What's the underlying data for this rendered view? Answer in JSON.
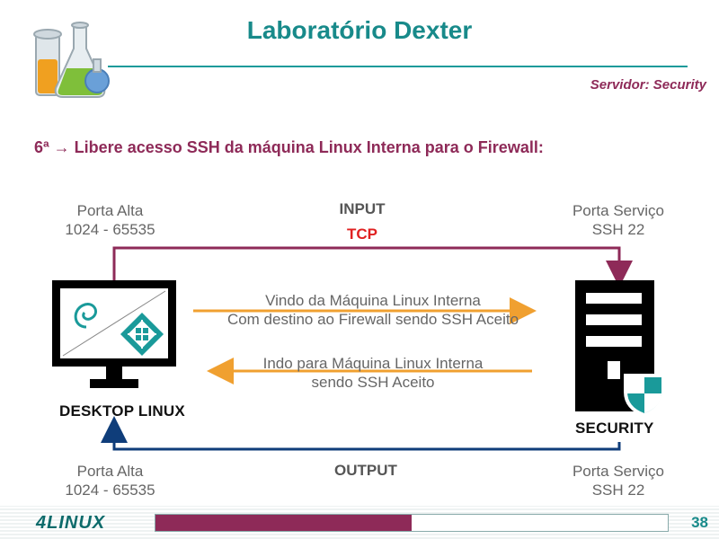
{
  "header": {
    "title": "Laboratório Dexter",
    "subtitle": "Servidor: Security"
  },
  "heading": "6ª → Libere acesso SSH da máquina Linux Interna para o Firewall:",
  "left_top": {
    "line1": "Porta Alta",
    "line2": "1024 - 65535"
  },
  "right_top": {
    "line1": "Porta Serviço",
    "line2": "SSH 22"
  },
  "left_bottom": {
    "line1": "Porta Alta",
    "line2": "1024 - 65535"
  },
  "right_bottom": {
    "line1": "Porta Serviço",
    "line2": "SSH 22"
  },
  "input_label": "INPUT",
  "output_label": "OUTPUT",
  "protocol_label": "TCP",
  "flow_in": {
    "line1": "Vindo da Máquina Linux Interna",
    "line2": "Com destino ao Firewall sendo SSH Aceito"
  },
  "flow_out": {
    "line1": "Indo para Máquina Linux Interna",
    "line2": "sendo SSH Aceito"
  },
  "desktop_caption": "DESKTOP LINUX",
  "server_caption": "SECURITY",
  "footer": {
    "brand": "4LINUX",
    "page_number": "38"
  },
  "colors": {
    "teal": "#188a8a",
    "maroon": "#8e2a58",
    "navy": "#0f3d7a",
    "orange": "#f0a030",
    "red": "#e02020"
  }
}
